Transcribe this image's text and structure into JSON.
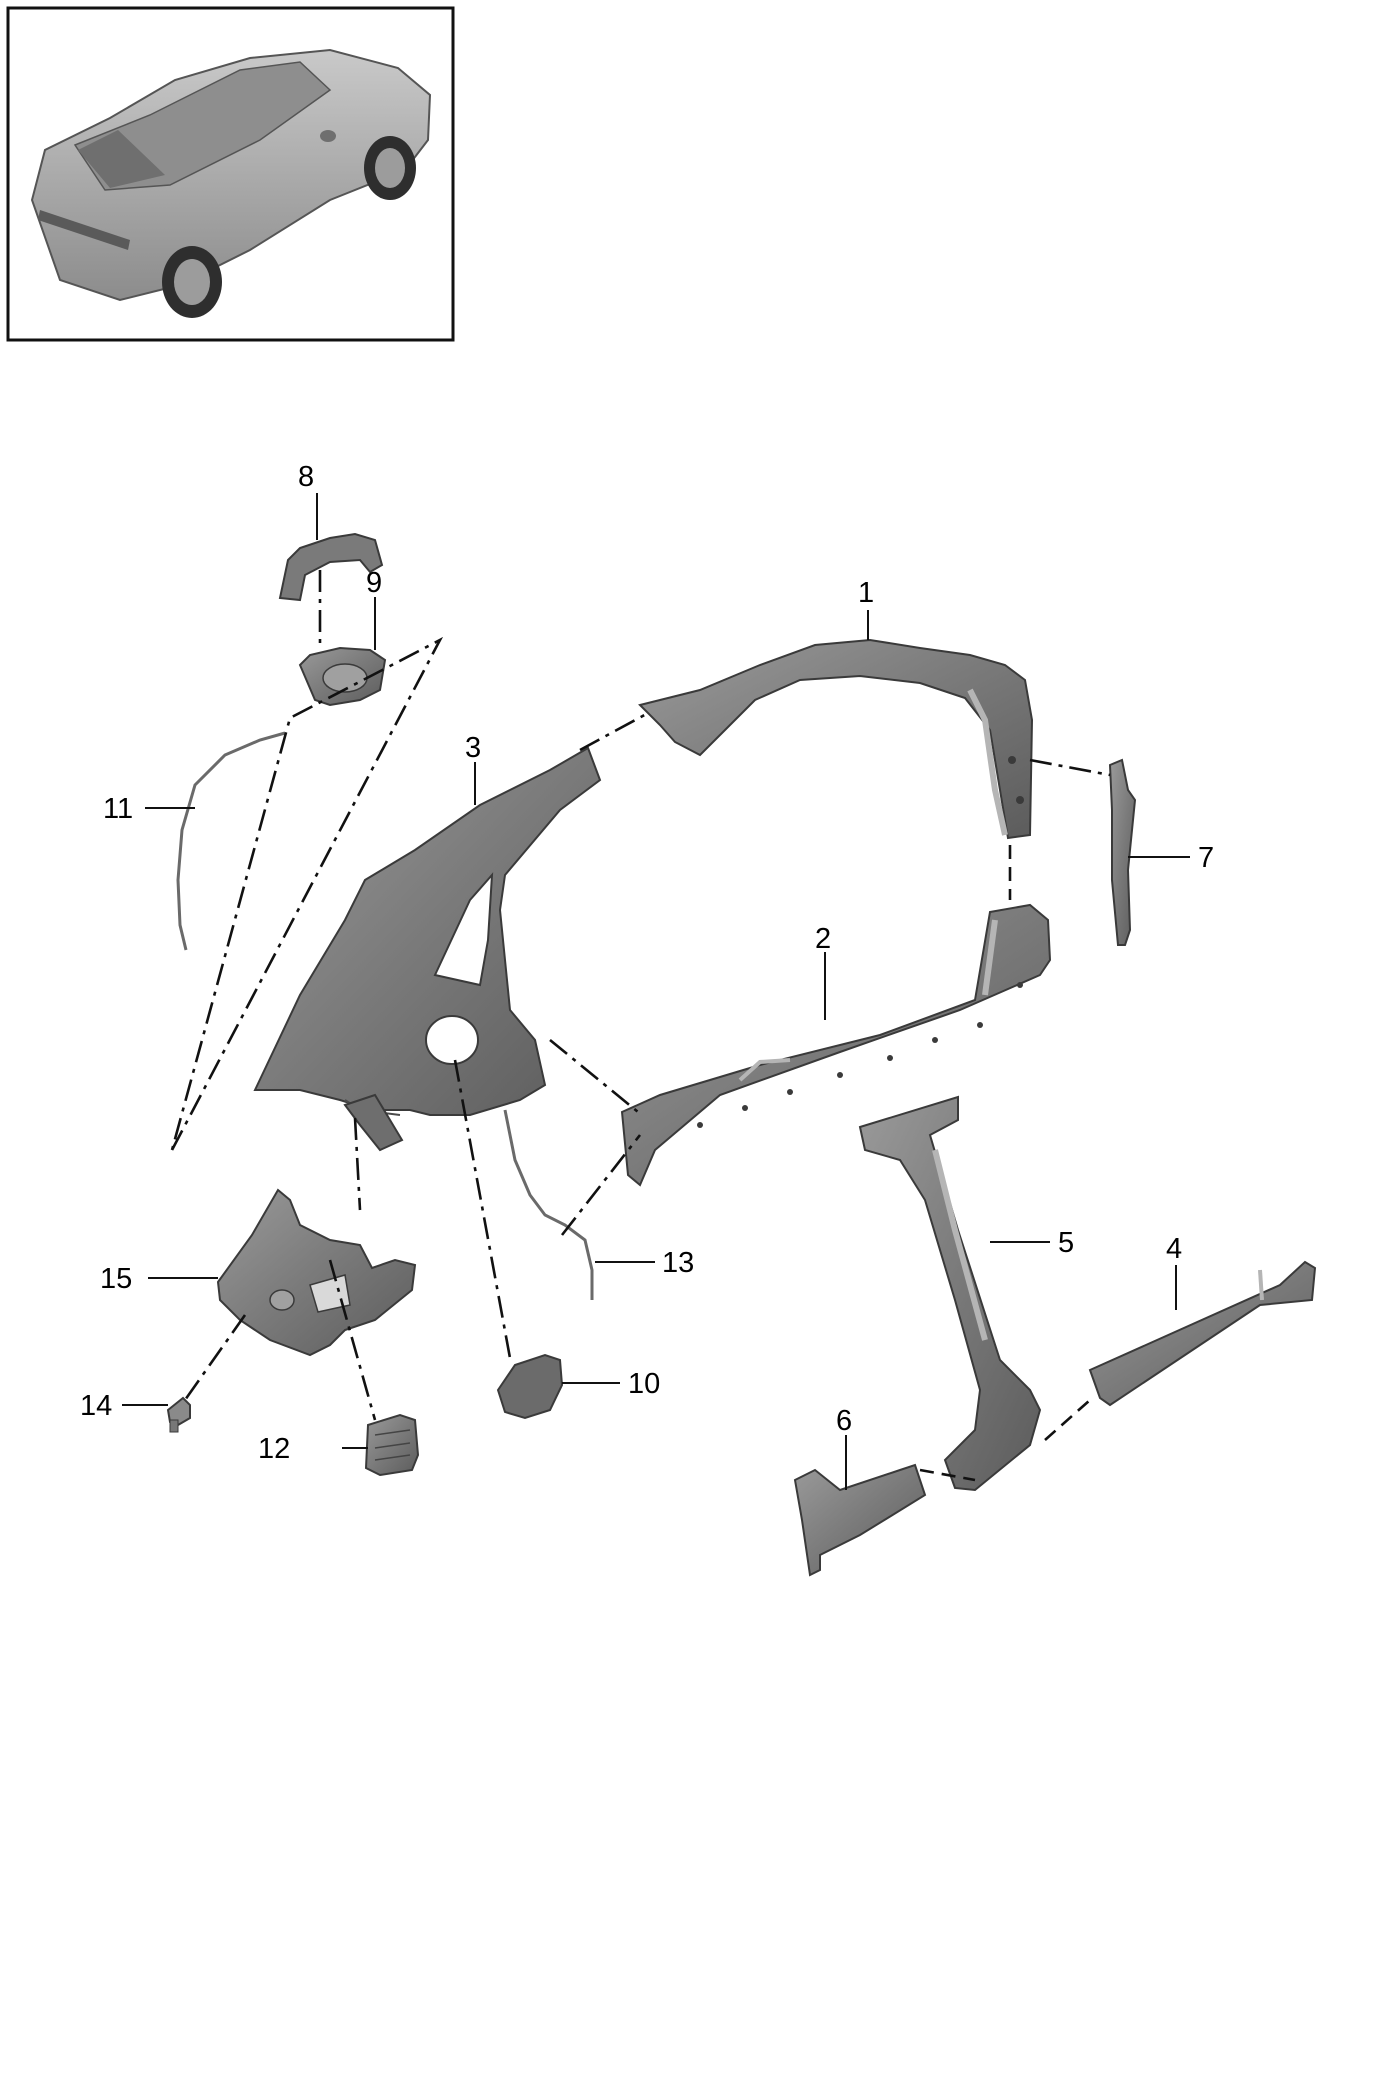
{
  "callouts": {
    "c1": "1",
    "c2": "2",
    "c3": "3",
    "c4": "4",
    "c5": "5",
    "c6": "6",
    "c7": "7",
    "c8": "8",
    "c9": "9",
    "c10": "10",
    "c11": "11",
    "c12": "12",
    "c13": "13",
    "c14": "14",
    "c15": "15"
  },
  "colors": {
    "part_fill": "#7d7d7d",
    "part_dark": "#5e5e5e",
    "part_light": "#a8a8a8",
    "line": "#111111"
  },
  "icons": {
    "overview": "car-overview-thumbnail"
  }
}
